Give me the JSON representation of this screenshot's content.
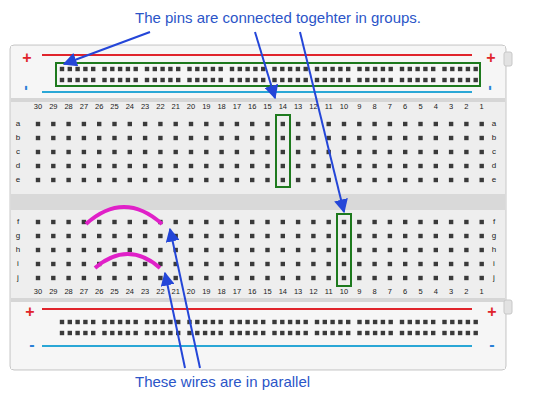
{
  "diagram": {
    "labels": [
      "The pins are connected togehter in groups.",
      "+",
      "+",
      "-",
      "-",
      "30",
      "29",
      "28",
      "27",
      "26",
      "25",
      "24",
      "23",
      "22",
      "21",
      "20",
      "19",
      "18",
      "17",
      "16",
      "15",
      "14",
      "13",
      "12",
      "11",
      "10",
      "9",
      "8",
      "7",
      "6",
      "5",
      "4",
      "3",
      "2",
      "1",
      "a",
      "b",
      "c",
      "d",
      "e",
      "a",
      "b",
      "c",
      "d",
      "e",
      "f",
      "g",
      "h",
      "i",
      "j",
      "f",
      "g",
      "h",
      "i",
      "j",
      "30",
      "29",
      "28",
      "27",
      "26",
      "25",
      "24",
      "23",
      "22",
      "21",
      "20",
      "19",
      "18",
      "17",
      "16",
      "15",
      "14",
      "13",
      "12",
      "11",
      "10",
      "9",
      "8",
      "7",
      "6",
      "5",
      "4",
      "3",
      "2",
      "1",
      "+",
      "+",
      "-",
      "-",
      "These wires are in parallel"
    ]
  }
}
